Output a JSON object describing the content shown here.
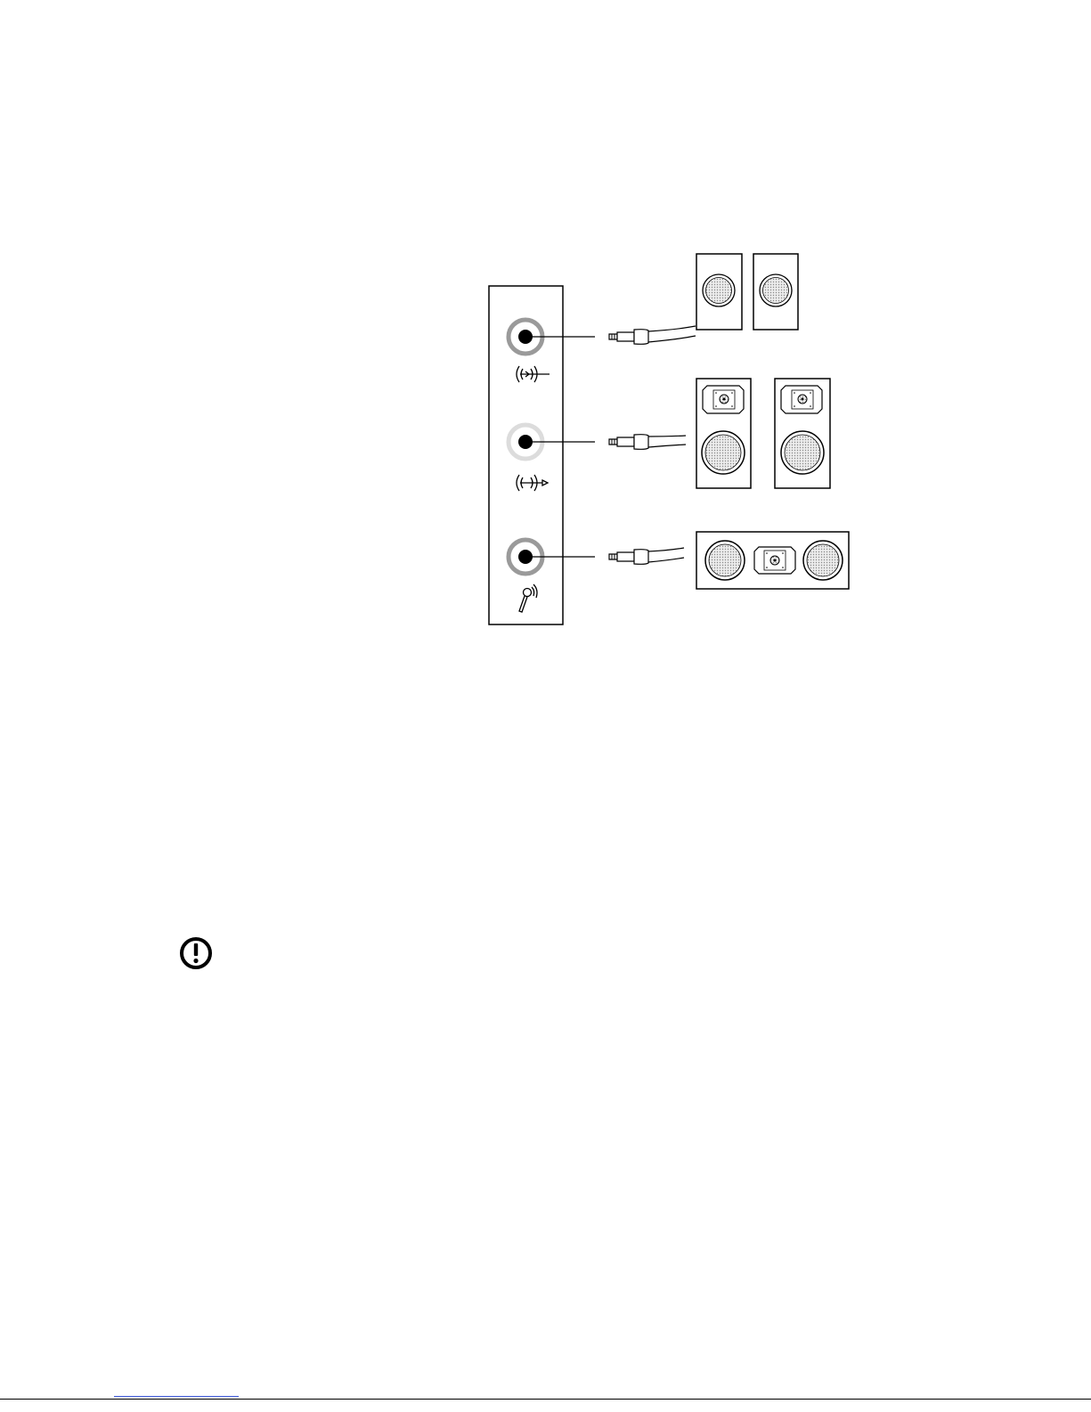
{
  "colors": {
    "ink": "#000000",
    "paper": "#ffffff",
    "jack_ring_dark": "#9a9a9a",
    "jack_ring_light": "#dcdcdc",
    "cone_fill": "#d4d4d4",
    "link_blue": "#3a55d6"
  },
  "diagram": {
    "panel": "audio-jack-panel",
    "connections": [
      {
        "jack": "line-in-jack",
        "jack_icon": "line-in-icon",
        "ring": "dark",
        "device": "two-small-speakers"
      },
      {
        "jack": "line-out-jack",
        "jack_icon": "line-out-icon",
        "ring": "light",
        "device": "two-tower-speakers"
      },
      {
        "jack": "microphone-jack",
        "jack_icon": "microphone-icon",
        "ring": "dark",
        "device": "center-speaker-bar"
      }
    ]
  },
  "icons": {
    "notice": "attention-icon"
  }
}
